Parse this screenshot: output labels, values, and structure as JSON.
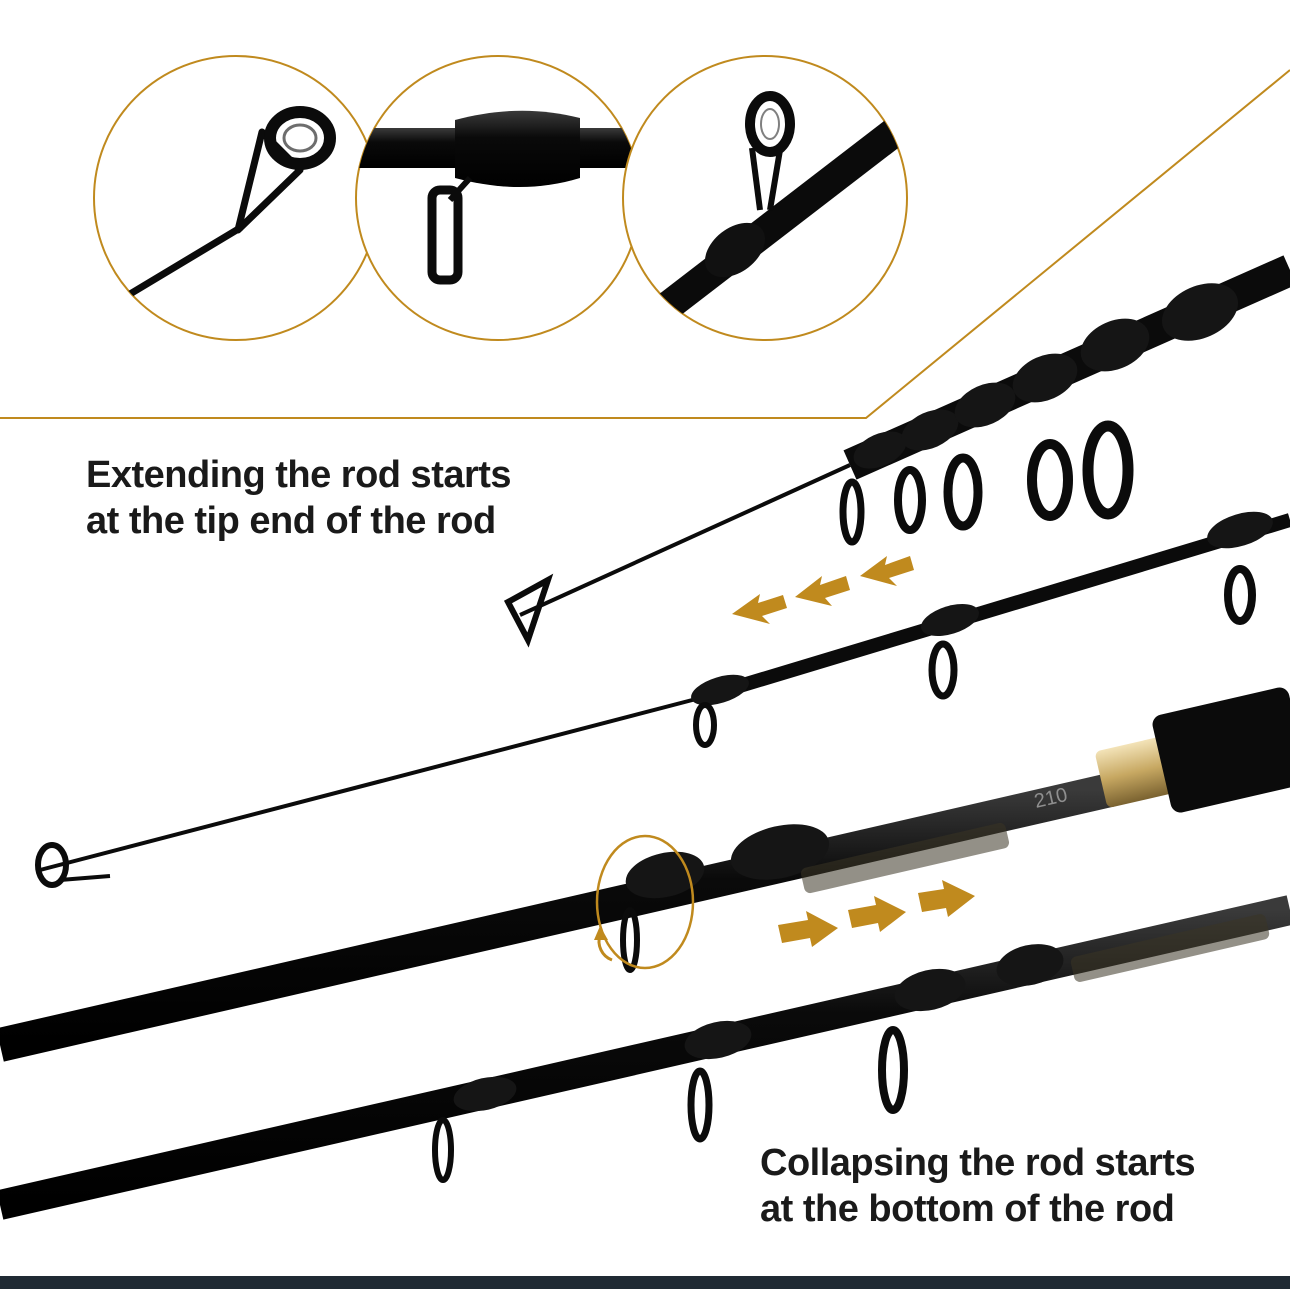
{
  "colors": {
    "background": "#ffffff",
    "accent_gold": "#c08a1e",
    "rod_black": "#0b0b0b",
    "bottom_bar": "#1f2a33"
  },
  "captions": {
    "extend": {
      "line1": "Extending the rod starts",
      "line2": "at the tip end of the rod"
    },
    "collapse": {
      "line1": "Collapsing the rod starts",
      "line2": "at the bottom of the rod"
    }
  },
  "rod_label": {
    "model_number": "210"
  },
  "icons": {
    "arrow_left": "arrow-left-icon",
    "arrow_right": "arrow-right-icon",
    "rotate": "rotate-icon"
  }
}
